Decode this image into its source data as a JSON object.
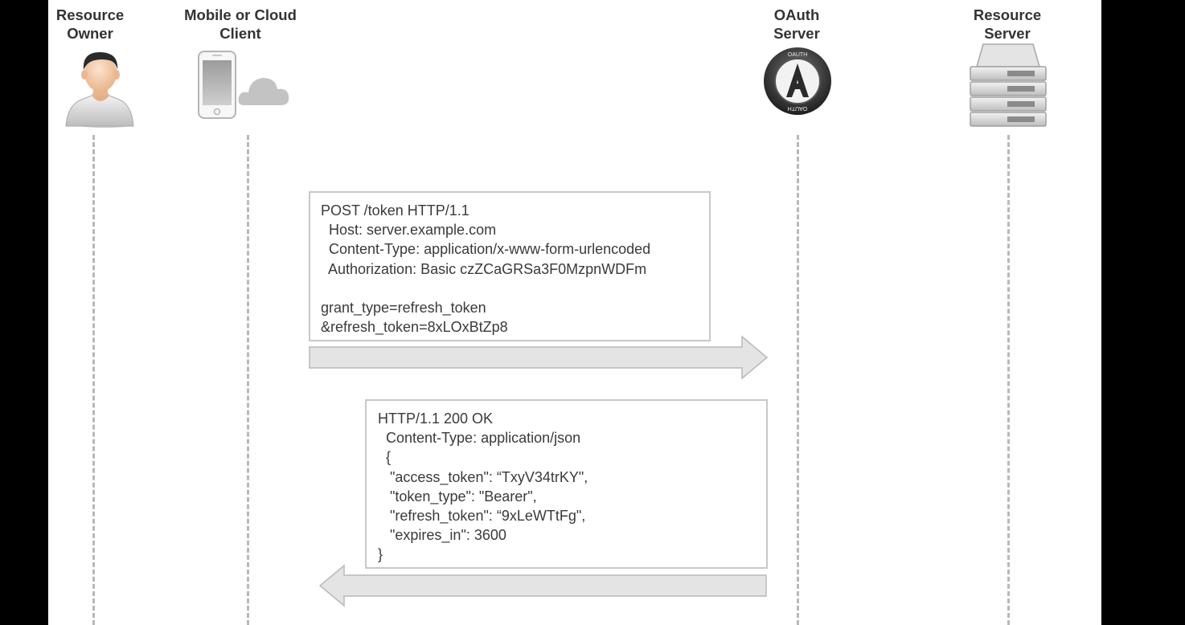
{
  "actors": [
    {
      "id": "resource_owner",
      "label_line1": "Resource",
      "label_line2": "Owner",
      "icon": "person-icon"
    },
    {
      "id": "client",
      "label_line1": "Mobile or Cloud",
      "label_line2": "Client",
      "icon": "phone-and-cloud-icon"
    },
    {
      "id": "oauth_server",
      "label_line1": "OAuth",
      "label_line2": "Server",
      "icon": "oauth-logo-icon",
      "logo_text_top": "OAUTH",
      "logo_text_bottom": "OAUTH"
    },
    {
      "id": "resource_server",
      "label_line1": "Resource",
      "label_line2": "Server",
      "icon": "server-rack-icon"
    }
  ],
  "request": {
    "lines": [
      "POST /token HTTP/1.1",
      "  Host: server.example.com",
      "  Content-Type: application/x-www-form-urlencoded",
      "  Authorization: Basic czZCaGRSa3F0MzpnWDFm",
      "",
      "grant_type=refresh_token",
      "&refresh_token=8xLOxBtZp8"
    ],
    "direction": "client-to-oauth-server"
  },
  "response": {
    "lines": [
      "HTTP/1.1 200 OK",
      "  Content-Type: application/json",
      "  {",
      "   \"access_token\": “TxyV34trKY\",",
      "   \"token_type\": \"Bearer\",",
      "   \"refresh_token\": “9xLeWTtFg\",",
      "   \"expires_in\": 3600",
      "}"
    ],
    "direction": "oauth-server-to-client"
  },
  "colors": {
    "arrow_fill": "#e4e4e4",
    "arrow_stroke": "#b9b9b9",
    "lifeline": "#b8b8b8",
    "box_border": "#c8c8c8",
    "letterbox": "#000000"
  }
}
